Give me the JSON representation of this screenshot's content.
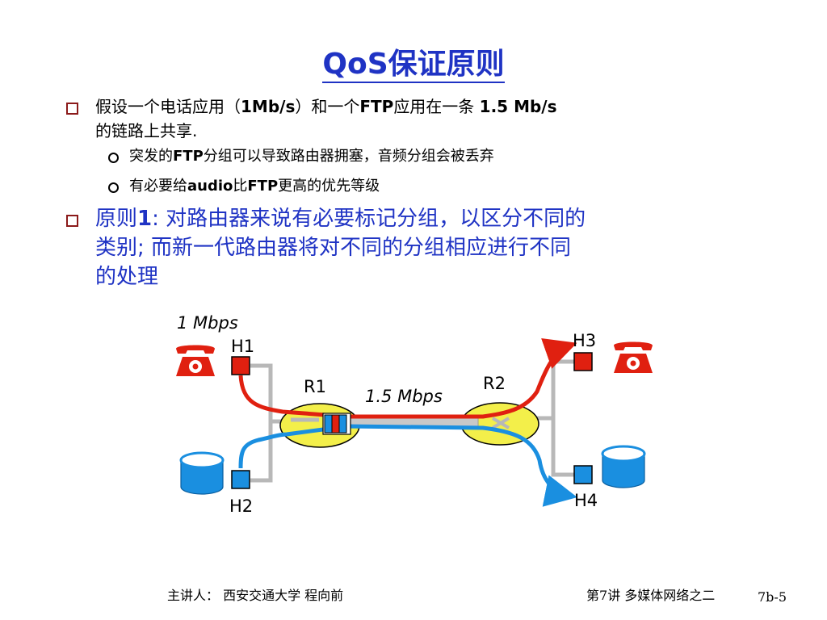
{
  "slide": {
    "title": "QoS保证原则",
    "bullet1": {
      "pre": "假设一个电话应用（",
      "b1": "1Mb/s",
      "mid": "）和一个",
      "b2": "FTP",
      "mid2": "应用在一条 ",
      "b3": "1.5 Mb/s",
      "line2": "的链路上共享."
    },
    "sub1": {
      "pre": "突发的",
      "b": "FTP",
      "post": "分组可以导致路由器拥塞，音频分组会被丢弃"
    },
    "sub2": {
      "pre": "有必要给",
      "b1": "audio",
      "mid": "比",
      "b2": "FTP",
      "post": "更高的优先等级"
    },
    "principle": {
      "line1_pre": "原则",
      "line1_b": "1",
      "line1_post": ": 对路由器来说有必要标记分组，以区分不同的",
      "line2": "类别; 而新一代路由器将对不同的分组相应进行不同",
      "line3": "的处理"
    }
  },
  "diagram": {
    "rate_access": "1 Mbps",
    "rate_link": "1.5 Mbps",
    "hosts": {
      "h1": "H1",
      "h2": "H2",
      "h3": "H3",
      "h4": "H4"
    },
    "routers": {
      "r1": "R1",
      "r2": "R2"
    },
    "icons": {
      "phone": "telephone-icon",
      "ftp": "disk-storage-icon"
    },
    "colors": {
      "audio": "#e02010",
      "ftp": "#1a8fe0",
      "link": "#b8b8b8",
      "router": "#f3ef4a"
    }
  },
  "footer": {
    "left": "主讲人： 西安交通大学  程向前",
    "right_pre": "第",
    "right_num": "7",
    "right_post": "讲  多媒体网络之二",
    "page": "7b-5"
  }
}
